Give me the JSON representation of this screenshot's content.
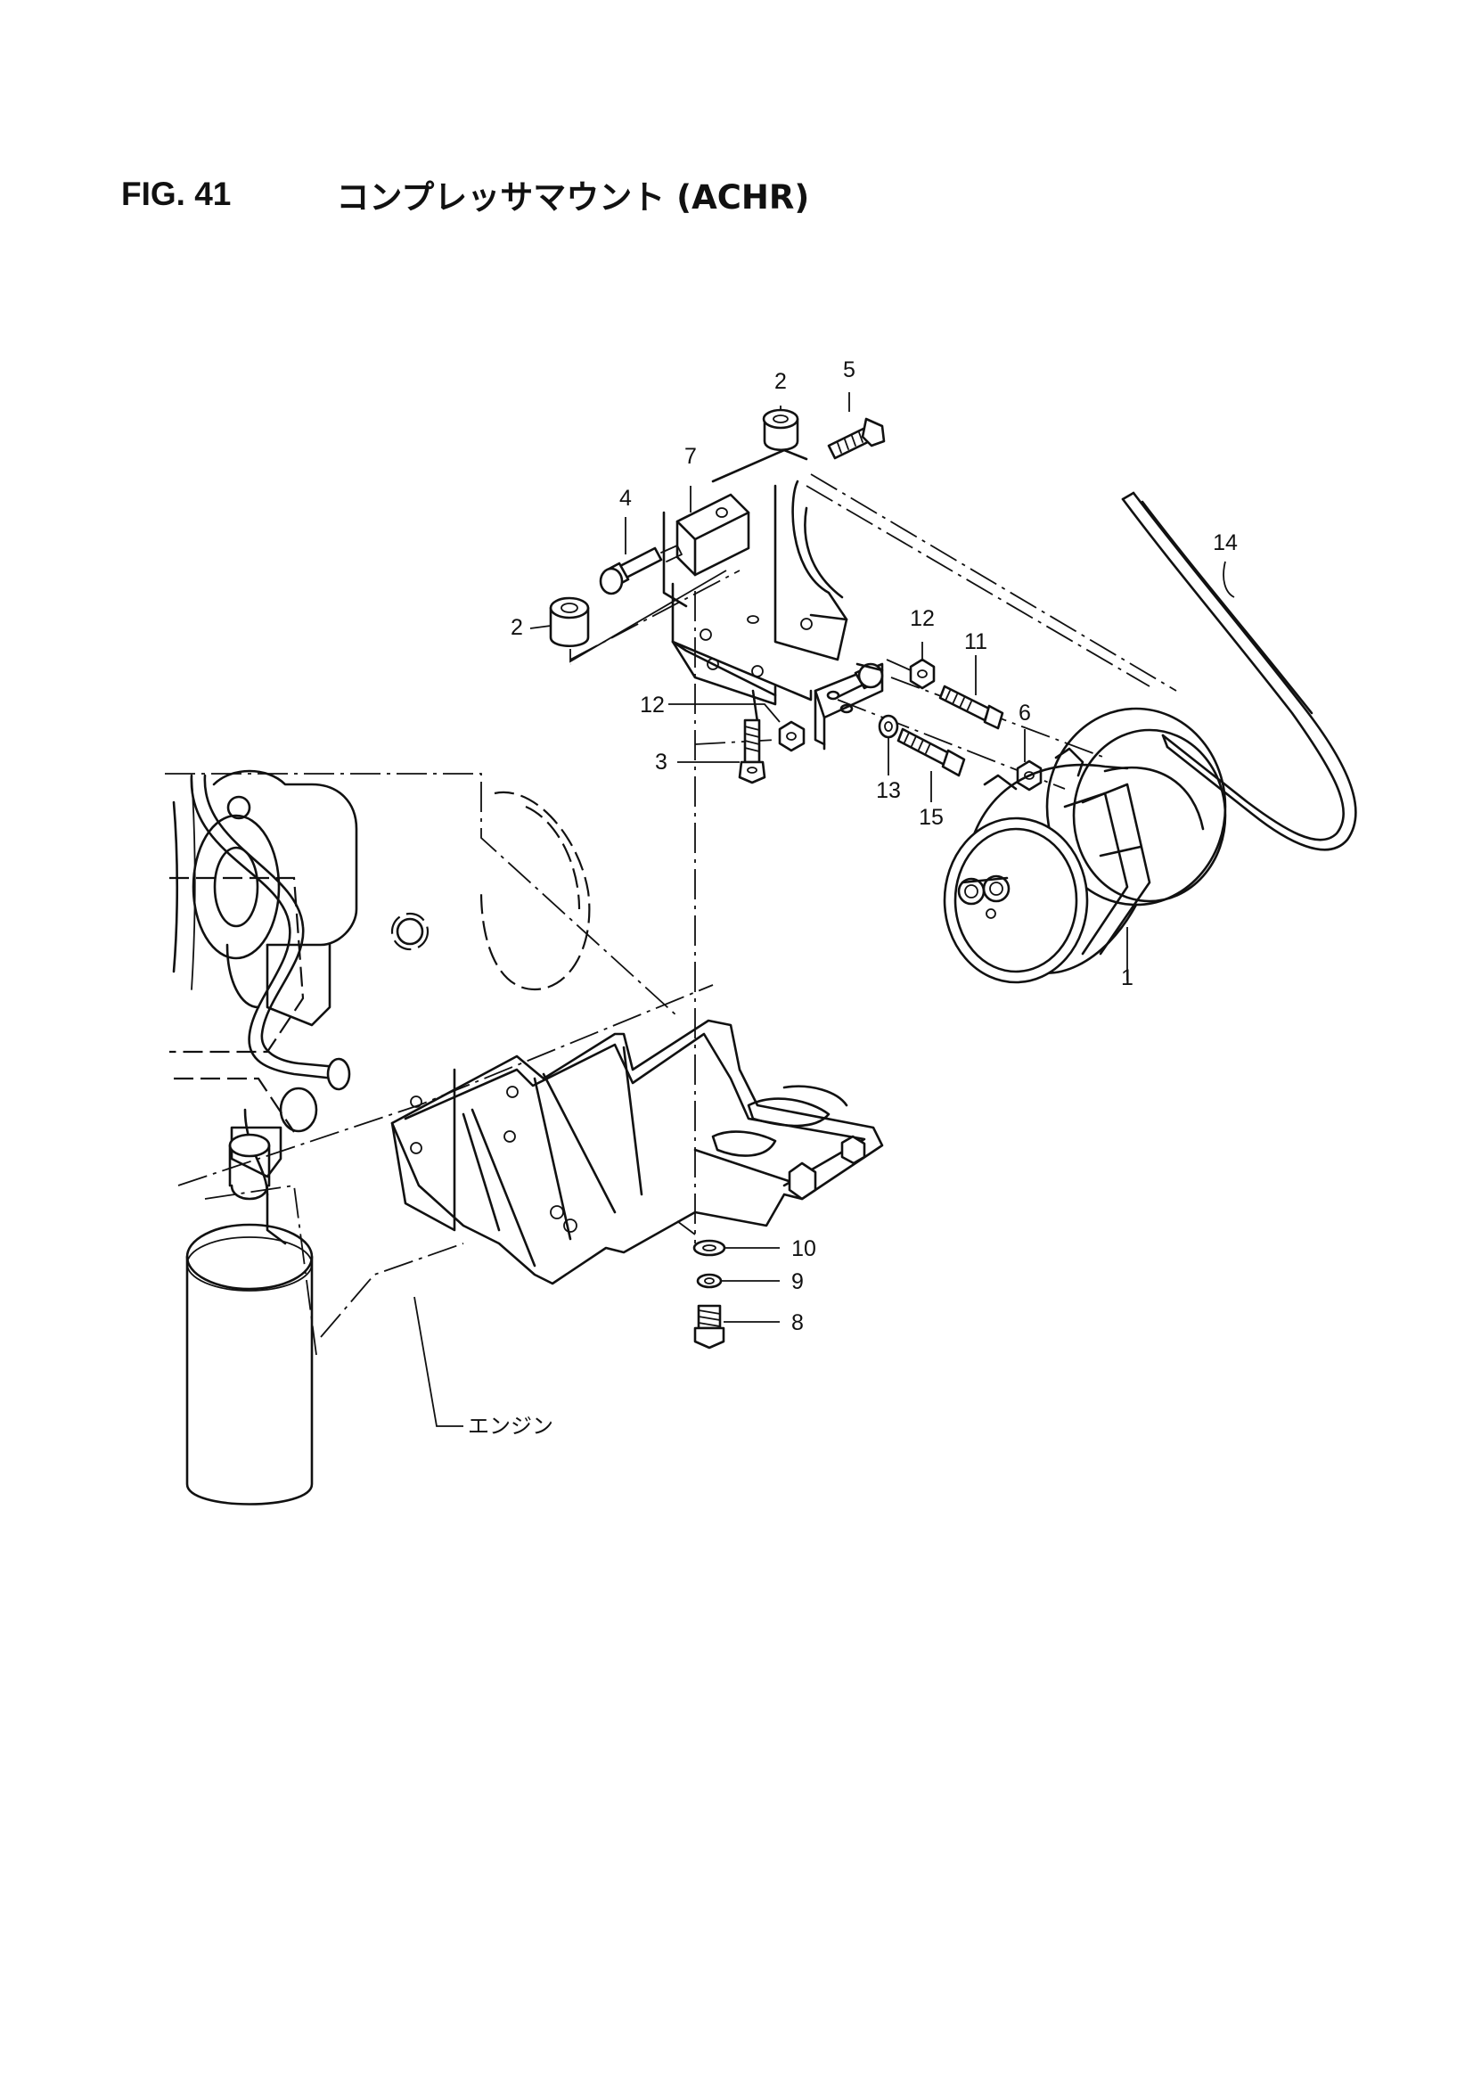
{
  "figure": {
    "number": "FIG. 41",
    "title": "コンプレッサマウント (ACHR)"
  },
  "callouts": [
    "1",
    "2",
    "2",
    "3",
    "4",
    "5",
    "6",
    "7",
    "8",
    "9",
    "10",
    "11",
    "12",
    "12",
    "13",
    "14",
    "15"
  ],
  "labels": {
    "engine": "エンジン"
  }
}
